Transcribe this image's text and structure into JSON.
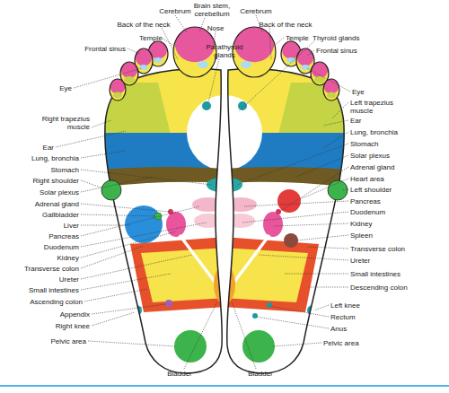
{
  "diagram": {
    "labels": [
      "Brain stem, cerebellum",
      "Cerebrum",
      "Cerebrum",
      "Back of the neck",
      "Back of the neck",
      "Nose",
      "Temple",
      "Temple",
      "Thyroid glands",
      "Parathyroid glands",
      "Frontal sinus",
      "Frontal sinus",
      "Eye",
      "Eye",
      "Right trapezius muscle",
      "Ear",
      "Lung, bronchia",
      "Stomach",
      "Right shoulder",
      "Solar plexus",
      "Adrenal gland",
      "Gallbladder",
      "Liver",
      "Pancreas",
      "Duodenum",
      "Kidney",
      "Transverse colon",
      "Ureter",
      "Small intestines",
      "Ascending colon",
      "Appendix",
      "Right knee",
      "Pelvic area",
      "Left trapezius muscle",
      "Ear",
      "Lung, bronchia",
      "Stomach",
      "Solar plexus",
      "Adrenal gland",
      "Heart area",
      "Left shoulder",
      "Pancreas",
      "Duodenum",
      "Kidney",
      "Spleen",
      "Transverse colon",
      "Ureter",
      "Small intestines",
      "Descending colon",
      "Left knee",
      "Rectum",
      "Anus",
      "Pelvic area",
      "Bladder",
      "Bladder"
    ]
  }
}
